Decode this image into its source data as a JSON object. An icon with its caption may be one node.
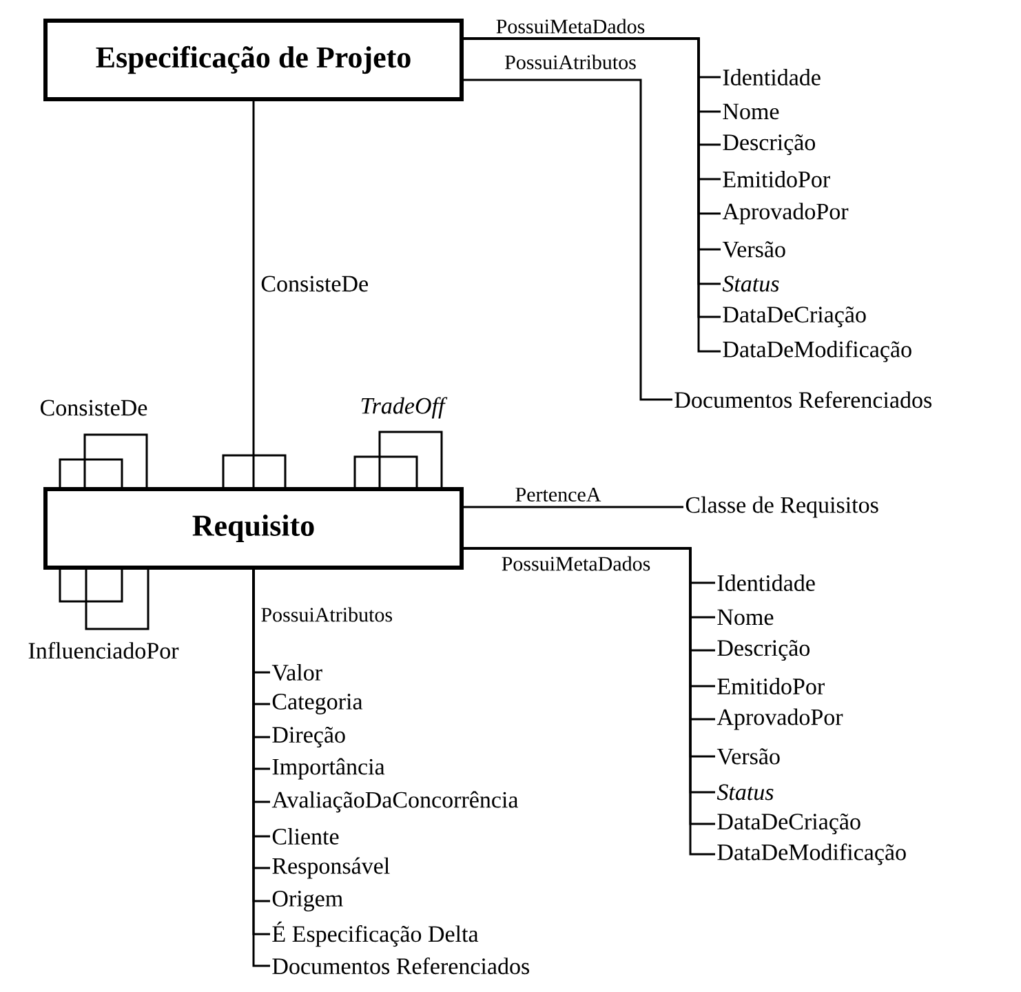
{
  "diagram": {
    "nodes": [
      {
        "text": [
          "Especificação de Projeto"
        ]
      },
      {
        "text": [
          "Identidade"
        ]
      },
      {
        "text": [
          "Nome"
        ]
      },
      {
        "text": [
          "Descrição"
        ]
      },
      {
        "text": [
          "EmitidoPor"
        ]
      },
      {
        "text": [
          "AprovadoPor"
        ]
      },
      {
        "text": [
          "Versão"
        ]
      },
      {
        "text": [
          "Status"
        ]
      },
      {
        "text": [
          "DataDeCriação"
        ]
      },
      {
        "text": [
          "DataDeModificação"
        ]
      },
      {
        "text": [
          "Documentos Referenciados"
        ]
      },
      {
        "text": [
          "Requisito"
        ]
      },
      {
        "text": [
          "Classe de Requisitos"
        ]
      },
      {
        "text": [
          "Identidade"
        ]
      },
      {
        "text": [
          "Nome"
        ]
      },
      {
        "text": [
          "Descrição"
        ]
      },
      {
        "text": [
          "EmitidoPor"
        ]
      },
      {
        "text": [
          "AprovadoPor"
        ]
      },
      {
        "text": [
          "Versão"
        ]
      },
      {
        "text": [
          "Status"
        ]
      },
      {
        "text": [
          "DataDeCriação"
        ]
      },
      {
        "text": [
          "DataDeModificação"
        ]
      },
      {
        "text": [
          "Valor"
        ]
      },
      {
        "text": [
          "Categoria"
        ]
      },
      {
        "text": [
          "Direção"
        ]
      },
      {
        "text": [
          "Importância"
        ]
      },
      {
        "text": [
          "AvaliaçãoDaConcorrência"
        ]
      },
      {
        "text": [
          "Cliente"
        ]
      },
      {
        "text": [
          "Responsável"
        ]
      },
      {
        "text": [
          "Origem"
        ]
      },
      {
        "text": [
          "É Especificação Delta"
        ]
      },
      {
        "text": [
          "Documentos Referenciados"
        ]
      }
    ],
    "edges": [
      {
        "from": 0,
        "to": 1,
        "arrow": "none",
        "label": "PossuiMetaDados"
      },
      {
        "from": 0,
        "to": 2,
        "arrow": "none"
      },
      {
        "from": 0,
        "to": 3,
        "arrow": "none"
      },
      {
        "from": 0,
        "to": 4,
        "arrow": "none"
      },
      {
        "from": 0,
        "to": 5,
        "arrow": "none"
      },
      {
        "from": 0,
        "to": 6,
        "arrow": "none"
      },
      {
        "from": 0,
        "to": 7,
        "arrow": "none"
      },
      {
        "from": 0,
        "to": 8,
        "arrow": "none"
      },
      {
        "from": 0,
        "to": 9,
        "arrow": "none"
      },
      {
        "from": 0,
        "to": 10,
        "arrow": "none",
        "label": "PossuiAtributos"
      },
      {
        "from": 0,
        "to": 11,
        "arrow": "none",
        "label": "ConsisteDe"
      },
      {
        "from": 11,
        "to": 11,
        "arrow": "none",
        "label": "ConsisteDe"
      },
      {
        "from": 11,
        "to": 11,
        "arrow": "none",
        "label": "TradeOff"
      },
      {
        "from": 11,
        "to": 11,
        "arrow": "none",
        "label": "InfluenciadoPor"
      },
      {
        "from": 11,
        "to": 12,
        "arrow": "none",
        "label": "PertenceA"
      },
      {
        "from": 11,
        "to": 13,
        "arrow": "none",
        "label": "PossuiMetaDados"
      },
      {
        "from": 11,
        "to": 14,
        "arrow": "none"
      },
      {
        "from": 11,
        "to": 15,
        "arrow": "none"
      },
      {
        "from": 11,
        "to": 16,
        "arrow": "none"
      },
      {
        "from": 11,
        "to": 17,
        "arrow": "none"
      },
      {
        "from": 11,
        "to": 18,
        "arrow": "none"
      },
      {
        "from": 11,
        "to": 19,
        "arrow": "none"
      },
      {
        "from": 11,
        "to": 20,
        "arrow": "none"
      },
      {
        "from": 11,
        "to": 21,
        "arrow": "none"
      },
      {
        "from": 11,
        "to": 22,
        "arrow": "none",
        "label": "PossuiAtributos"
      },
      {
        "from": 11,
        "to": 23,
        "arrow": "none"
      },
      {
        "from": 11,
        "to": 24,
        "arrow": "none"
      },
      {
        "from": 11,
        "to": 25,
        "arrow": "none"
      },
      {
        "from": 11,
        "to": 26,
        "arrow": "none"
      },
      {
        "from": 11,
        "to": 27,
        "arrow": "none"
      },
      {
        "from": 11,
        "to": 28,
        "arrow": "none"
      },
      {
        "from": 11,
        "to": 29,
        "arrow": "none"
      },
      {
        "from": 11,
        "to": 30,
        "arrow": "none"
      },
      {
        "from": 11,
        "to": 31,
        "arrow": "none"
      }
    ]
  }
}
